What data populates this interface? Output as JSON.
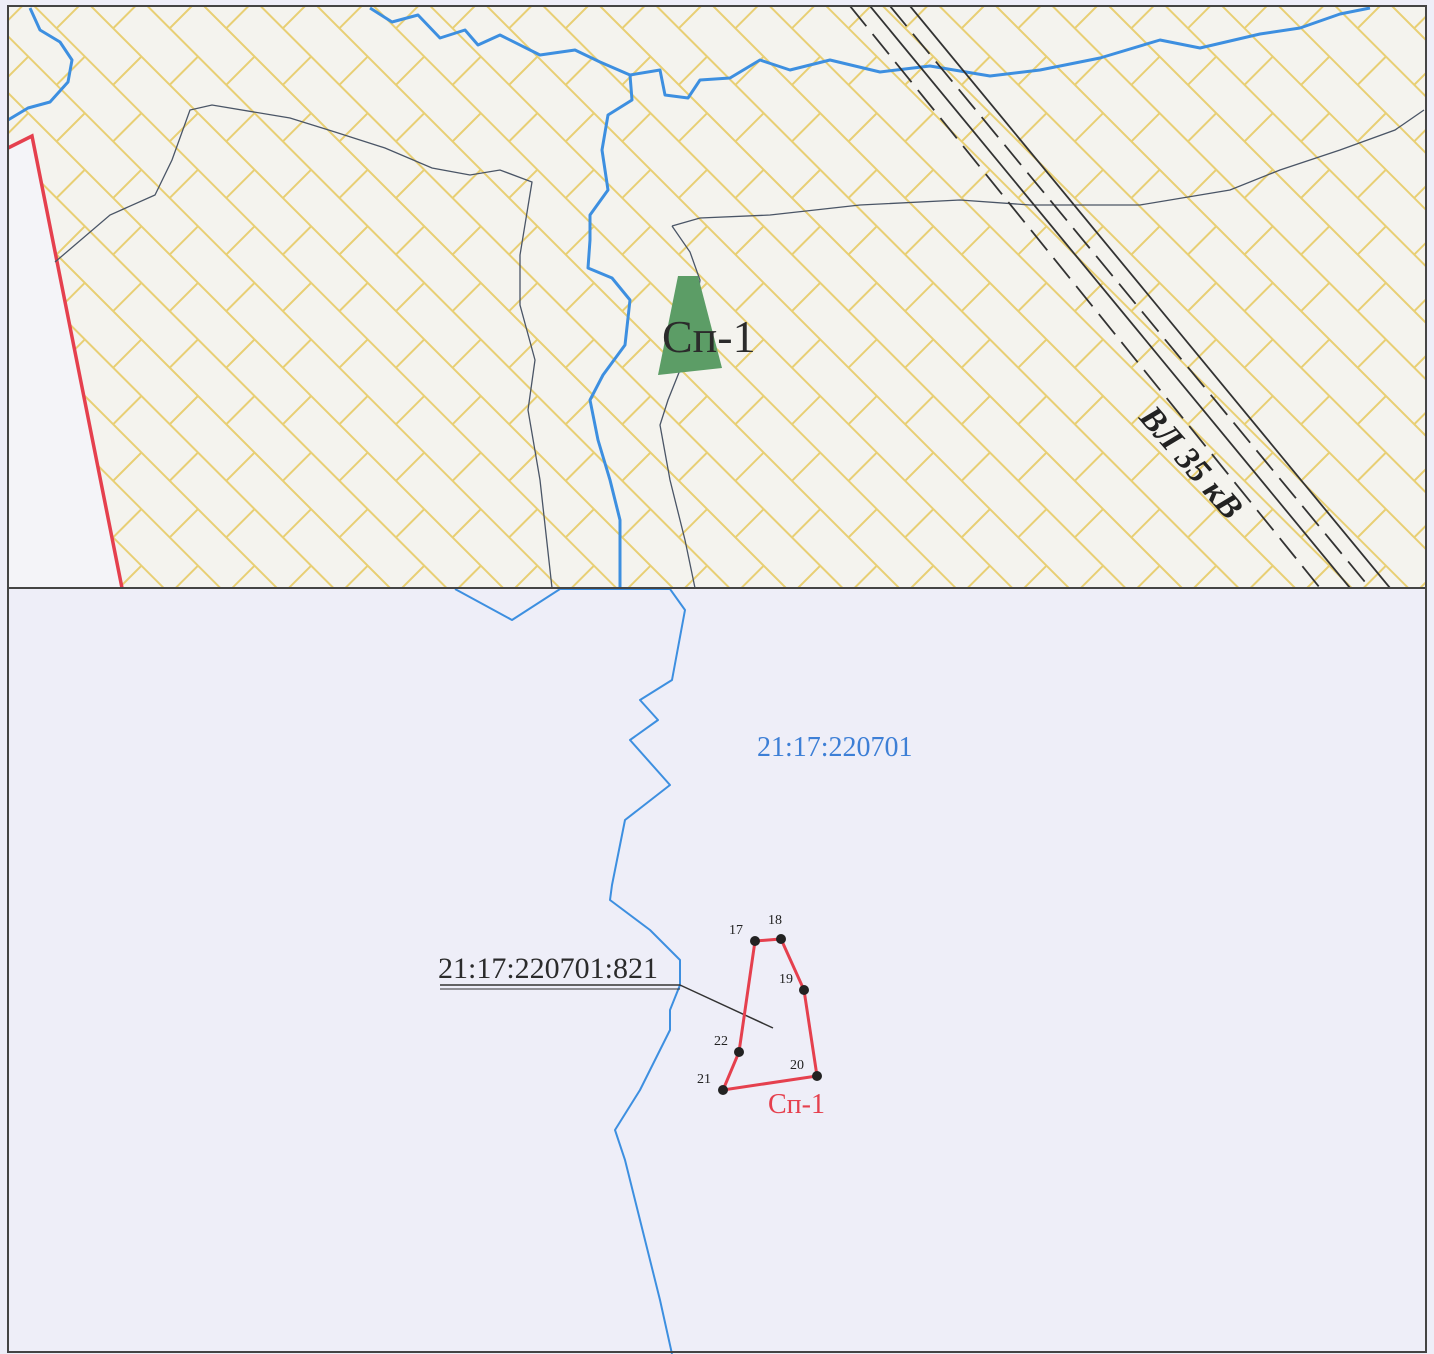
{
  "top_panel": {
    "object_label": "Сп-1",
    "power_line_label": "ВЛ 35 кВ"
  },
  "bottom_panel": {
    "cadastral_quarter": "21:17:220701",
    "cadastral_parcel": "21:17:220701:821",
    "object_label": "Сп-1",
    "boundary_points": [
      "17",
      "18",
      "19",
      "20",
      "21",
      "22"
    ]
  },
  "colors": {
    "hatch": "#e8cf74",
    "water": "#3d8fe0",
    "object_fill": "#5c9d66",
    "boundary": "#e5404e",
    "top_background": "#f4f3ee",
    "bottom_background": "#eeeef8"
  }
}
